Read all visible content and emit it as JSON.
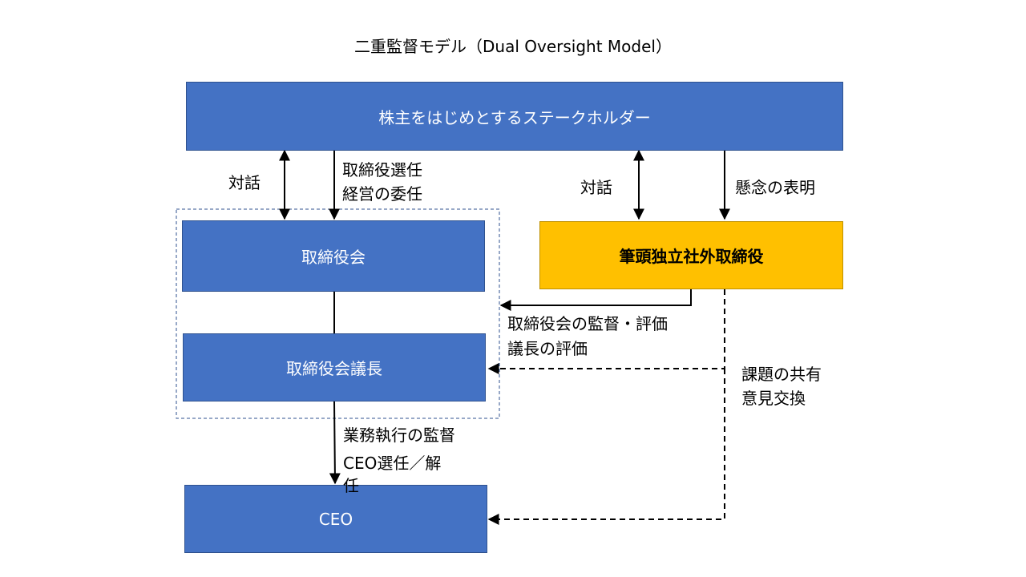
{
  "title": "二重監督モデル（Dual Oversight Model）",
  "nodes": {
    "stakeholders": "株主をはじめとするステークホルダー",
    "board": "取締役会",
    "chair": "取締役会議長",
    "lead_director": "筆頭独立社外取締役",
    "ceo": "CEO"
  },
  "edges": {
    "dialogue_left": "対話",
    "board_election_line1": "取締役選任",
    "board_election_line2": "経営の委任",
    "dialogue_right": "対話",
    "expression_of_concern": "懸念の表明",
    "board_oversight_line1": "取締役会の監督・評価",
    "board_oversight_line2": "議長の評価",
    "issue_sharing_line1": "課題の共有",
    "issue_sharing_line2": "意見交換",
    "execution_oversight": "業務執行の監督",
    "ceo_appointment_line1": "CEO選任／解",
    "ceo_appointment_line2": "任"
  },
  "colors": {
    "box_blue": "#4472c4",
    "box_gold": "#ffc000",
    "line": "#000000",
    "dashed_group_border": "#2f528f"
  }
}
